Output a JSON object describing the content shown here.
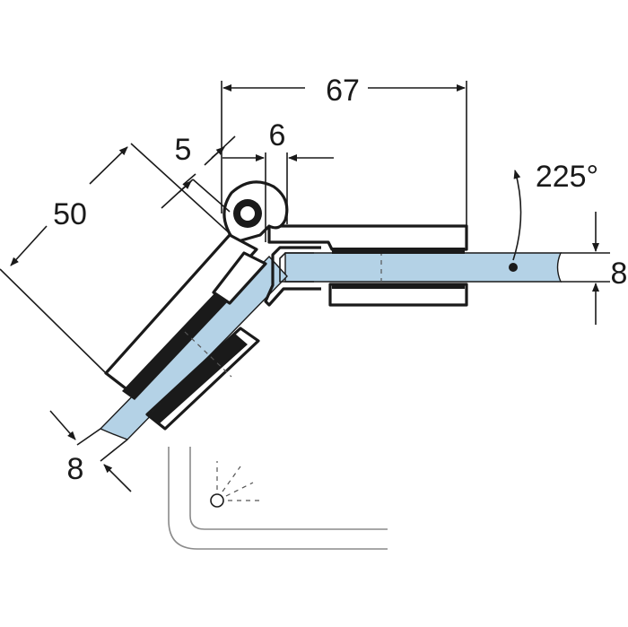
{
  "diagram": {
    "title": "",
    "dimensions": {
      "total_width": "67",
      "pin_offset": "5",
      "gap": "6",
      "leaf_length": "50",
      "glass_thickness_right": "8",
      "glass_thickness_left": "8",
      "angle": "225°"
    }
  }
}
